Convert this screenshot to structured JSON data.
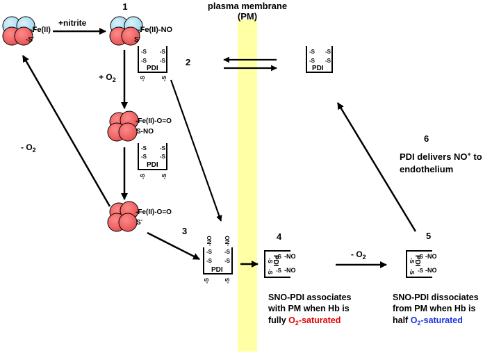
{
  "membrane": {
    "label_line1": "plasma membrane",
    "label_line2": "(PM)",
    "color": "#ffffa6"
  },
  "colors": {
    "heme_red": "#f26d6d",
    "heme_blue": "#b7e3f4",
    "pdi_text": "#9b1fd6",
    "o2_red": "#e00000",
    "o2_blue": "#1a2fe0"
  },
  "steps": {
    "s1": "1",
    "s2": "2",
    "s3": "3",
    "s4": "4",
    "s5": "5",
    "s6": "6"
  },
  "arrows": {
    "nitrite": "+nitrite",
    "plus_o2_prefix": "+ O",
    "minus_o2_left_prefix": "-  O",
    "minus_o2_mid_prefix": "- O",
    "o2_subscript": "2"
  },
  "hb_labels": {
    "fe2": "Fe(II)",
    "s_minus": "S",
    "fe_no": "Fe(II)-NO",
    "fe_o2": "Fe(II)-O=O",
    "s_no": "S-NO",
    "s_minus_b": "S"
  },
  "pdi": {
    "label": "PDI",
    "thiol": "-S",
    "no": "NO",
    "dash_no": "-NO"
  },
  "text6": {
    "line1": "PDI delivers NO",
    "sup": "+",
    "line1_end": " to",
    "line2": "endothelium"
  },
  "caption4": {
    "line1": "SNO-PDI associates",
    "line2": "with PM when Hb is",
    "line3_prefix": "fully ",
    "o2": "O",
    "o2_sub": "2",
    "o2_suffix": "-saturated"
  },
  "caption5": {
    "line1": "SNO-PDI dissociates",
    "line2": "from PM when Hb is",
    "line3_prefix": "half ",
    "o2": "O",
    "o2_sub": "2",
    "o2_suffix": "-saturated"
  }
}
